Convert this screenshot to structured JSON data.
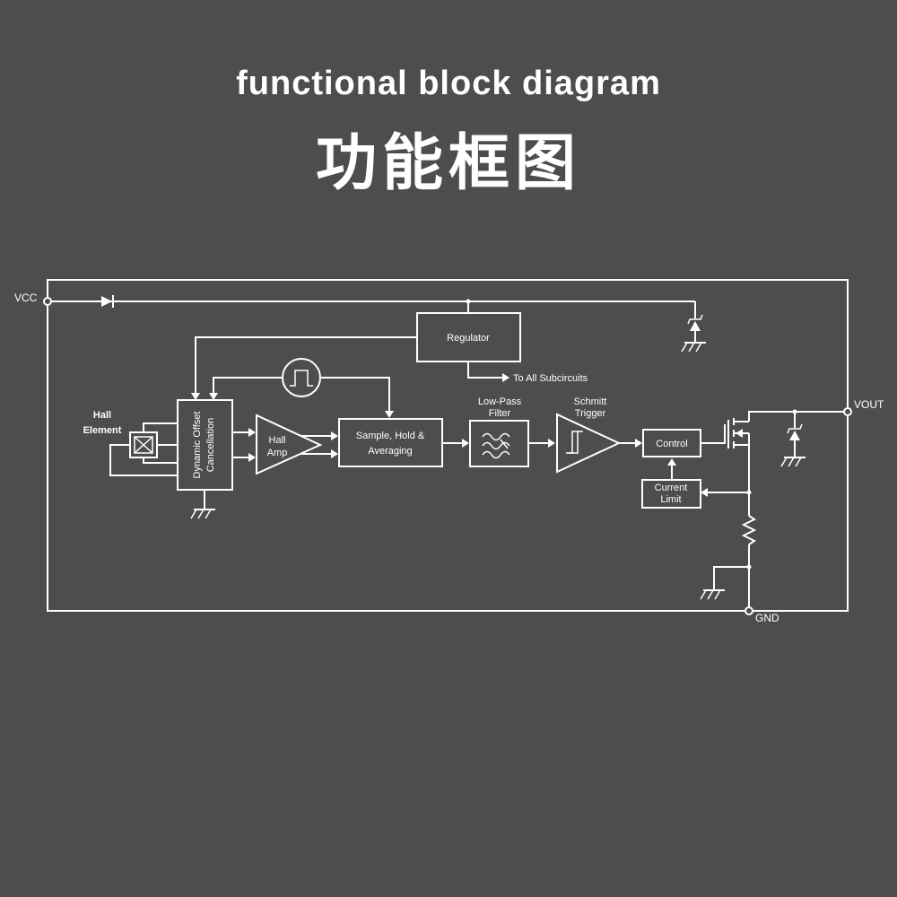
{
  "header": {
    "title_en": "functional block diagram",
    "title_cn": "功能框图"
  },
  "pins": {
    "vcc": "VCC",
    "vout": "VOUT",
    "gnd": "GND"
  },
  "blocks": {
    "regulator": "Regulator",
    "to_all_subcircuits": "To All Subcircuits",
    "hall_element_line1": "Hall",
    "hall_element_line2": "Element",
    "dynamic_offset_line1": "Dynamic Offset",
    "dynamic_offset_line2": "Cancellation",
    "hall_amp_line1": "Hall",
    "hall_amp_line2": "Amp",
    "sample_hold_line1": "Sample, Hold &",
    "sample_hold_line2": "Averaging",
    "low_pass_line1": "Low-Pass",
    "low_pass_line2": "Filter",
    "schmitt_line1": "Schmitt",
    "schmitt_line2": "Trigger",
    "control": "Control",
    "current_limit_line1": "Current",
    "current_limit_line2": "Limit"
  },
  "colors": {
    "background": "#4d4d4d",
    "foreground": "#ffffff"
  }
}
